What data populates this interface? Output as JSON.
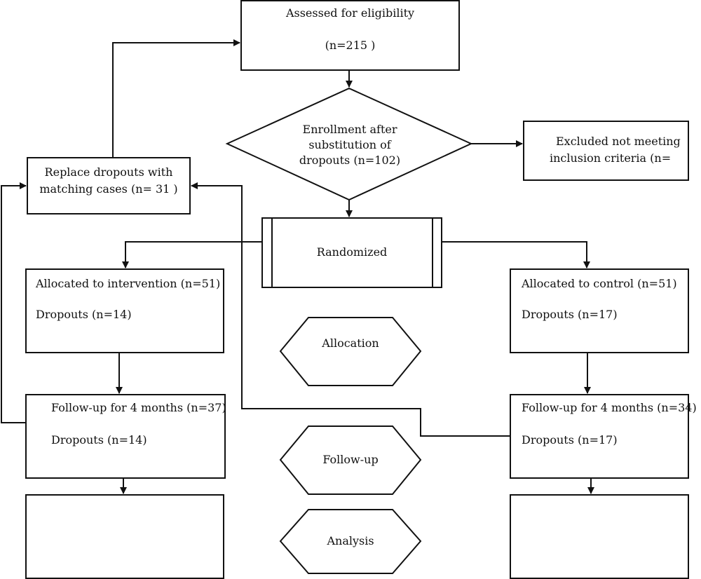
{
  "assessed": {
    "title": "Assessed for eligibility",
    "count": "(n=215 )"
  },
  "enrollment": {
    "line1": "Enrollment after",
    "line2": "substitution of",
    "line3": "dropouts (n=102)"
  },
  "excluded": {
    "line1": "Excluded not meeting",
    "line2": "inclusion criteria (n="
  },
  "replace": {
    "line1": "Replace dropouts with",
    "line2": "matching cases (n= 31 )"
  },
  "randomized": {
    "label": "Randomized"
  },
  "intervention": {
    "allocated": "Allocated to intervention (n=51)",
    "dropouts": "Dropouts (n=14)"
  },
  "control": {
    "allocated": "Allocated to control (n=51)",
    "dropouts": "Dropouts (n=17)"
  },
  "followup_intervention": {
    "title": "Follow-up for 4 months (n=37)",
    "dropouts": "Dropouts (n=14)"
  },
  "followup_control": {
    "title": "Follow-up for 4 months (n=34)",
    "dropouts": "Dropouts (n=17)"
  },
  "stages": {
    "allocation": "Allocation",
    "followup": "Follow-up",
    "analysis": "Analysis"
  }
}
